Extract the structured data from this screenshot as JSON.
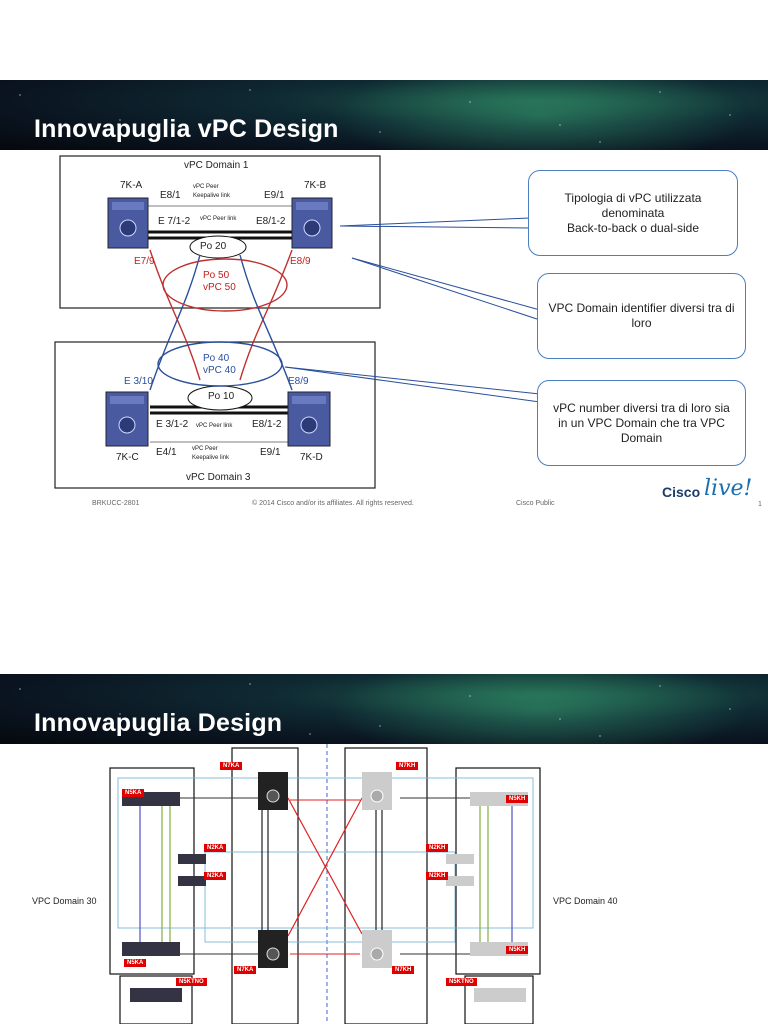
{
  "slide1": {
    "title": "Innovapuglia vPC Design",
    "domain1_label": "vPC Domain 1",
    "domain3_label": "vPC Domain 3",
    "switches": {
      "a": "7K-A",
      "b": "7K-B",
      "c": "7K-C",
      "d": "7K-D"
    },
    "ports": {
      "e81": "E8/1",
      "e91_top": "E9/1",
      "e712": "E 7/1-2",
      "e812_top": "E8/1-2",
      "e79": "E7/9",
      "e89_top": "E8/9",
      "e310": "E 3/10",
      "e89_bot": "E8/9",
      "e312": "E 3/1-2",
      "e812_bot": "E8/1-2",
      "e41": "E4/1",
      "e91_bot": "E9/1"
    },
    "links": {
      "keepalive_top_1": "vPC Peer",
      "keepalive_top_2": "Keepalive link",
      "peer_top": "vPC Peer link",
      "peer_bot": "vPC Peer link",
      "keepalive_bot_1": "vPC Peer",
      "keepalive_bot_2": "Keepalive link"
    },
    "portchannels": {
      "po20": "Po 20",
      "po50": "Po 50",
      "vpc50": "vPC 50",
      "po40": "Po 40",
      "vpc40": "vPC 40",
      "po10": "Po 10"
    },
    "callouts": {
      "c1": [
        "Tipologia di vPC utilizzata",
        "denominata",
        "Back-to-back o dual-side"
      ],
      "c2": [
        "VPC Domain identifier diversi tra di",
        "loro"
      ],
      "c3": [
        "vPC number diversi tra di loro sia",
        "in un VPC Domain che tra VPC",
        "Domain"
      ]
    },
    "footer": {
      "code": "BRKUCC-2801",
      "copyright": "© 2014 Cisco and/or its affiliates. All rights reserved.",
      "public": "Cisco Public",
      "page": "1"
    },
    "logo": {
      "cisco": "Cisco",
      "live": "live!"
    }
  },
  "slide2": {
    "title": "Innovapuglia Design",
    "domain30": "VPC Domain 30",
    "domain40": "VPC Domain 40",
    "tags": {
      "n7ka_top": "N7KA",
      "n7kh_top": "N7KH",
      "n5ka_top": "N5KA",
      "n5kh_top": "N5KH",
      "n2ka_1": "N2KA",
      "n2ka_2": "N2KA",
      "n2kh_1": "N2KH",
      "n2kh_2": "N2KH",
      "n5ka_bot": "N5KA",
      "n5kh_bot": "N5KH",
      "n7ka_bot": "N7KA",
      "n7kh_bot": "N7KH",
      "n5kt_left": "N5KTNO",
      "n5kt_right": "N5KTNO"
    }
  }
}
